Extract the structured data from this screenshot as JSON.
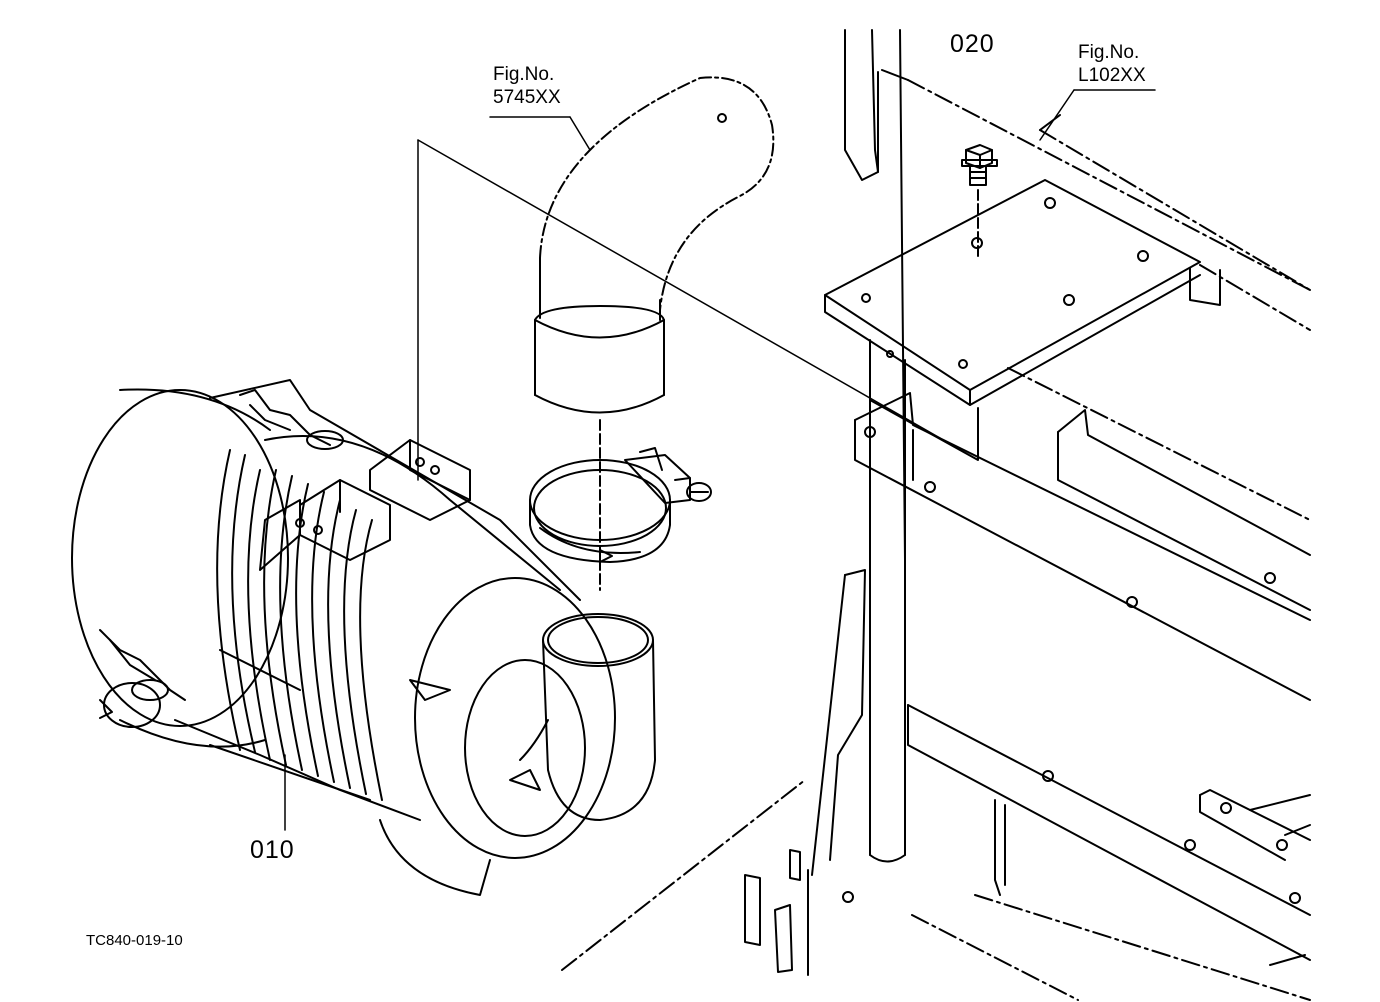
{
  "parts": [
    {
      "number": "010",
      "name": "air-cleaner"
    },
    {
      "number": "020",
      "name": "bolt"
    }
  ],
  "references": [
    {
      "line1": "Fig.No.",
      "line2": "5745XX"
    },
    {
      "line1": "Fig.No.",
      "line2": "L102XX"
    }
  ],
  "drawing_code": "TC840-019-10",
  "colors": {
    "ink": "#000000",
    "paper": "#ffffff"
  }
}
